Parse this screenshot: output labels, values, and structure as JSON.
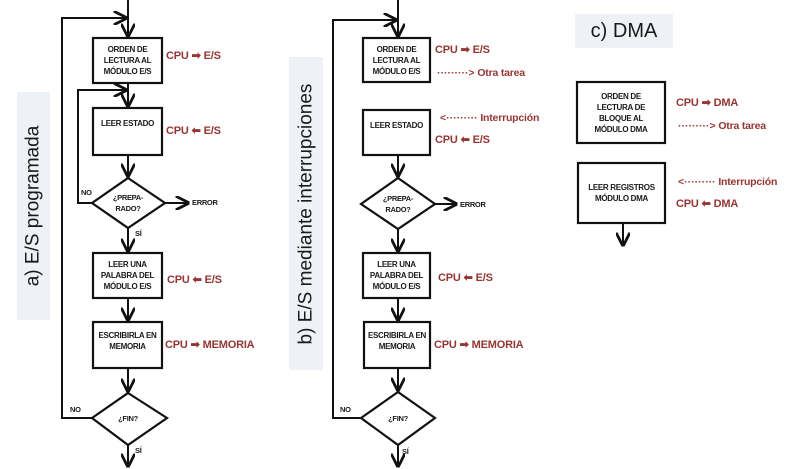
{
  "colors": {
    "accent_red": "#943634",
    "line": "#111111",
    "label_bg": "#eef1f6"
  },
  "panels": {
    "a": {
      "title": "a)  E/S programada",
      "boxes": [
        {
          "text": [
            "ORDEN DE",
            "LECTURA AL",
            "MÓDULO E/S"
          ]
        },
        {
          "text": [
            "LEER ESTADO"
          ]
        },
        {
          "text": [
            "LEER UNA",
            "PALABRA DEL",
            "MÓDULO E/S"
          ]
        },
        {
          "text": [
            "ESCRIBIRLA EN",
            "MEMORIA"
          ]
        }
      ],
      "decisions": [
        {
          "text": [
            "¿PREPA-",
            "RADO?"
          ],
          "no": "NO",
          "yes": "SÍ",
          "error": "ERROR"
        },
        {
          "text": [
            "¿FIN?"
          ],
          "no": "NO",
          "yes": "SÍ"
        }
      ],
      "annotations": [
        {
          "left": "CPU",
          "arrow": "right",
          "right": "E/S"
        },
        {
          "left": "CPU",
          "arrow": "left",
          "right": "E/S"
        },
        {
          "left": "CPU",
          "arrow": "left",
          "right": "E/S"
        },
        {
          "left": "CPU",
          "arrow": "right",
          "right": "MEMORIA"
        }
      ]
    },
    "b": {
      "title": "b) E/S mediante interrupciones",
      "boxes": [
        {
          "text": [
            "ORDEN DE",
            "LECTURA AL",
            "MÓDULO E/S"
          ]
        },
        {
          "text": [
            "LEER ESTADO"
          ]
        },
        {
          "text": [
            "LEER UNA",
            "PALABRA DEL",
            "MÓDULO E/S"
          ]
        },
        {
          "text": [
            "ESCRIBIRLA EN",
            "MEMORIA"
          ]
        }
      ],
      "decisions": [
        {
          "text": [
            "¿PREPA-",
            "RADO?"
          ],
          "error": "ERROR"
        },
        {
          "text": [
            "¿FIN?"
          ],
          "no": "NO",
          "yes": "SÍ"
        }
      ],
      "annotations": [
        {
          "left": "CPU",
          "arrow": "right",
          "right": "E/S"
        },
        {
          "dotted": "right",
          "text": "Otra tarea"
        },
        {
          "dotted": "left",
          "text": "Interrupción"
        },
        {
          "left": "CPU",
          "arrow": "left",
          "right": "E/S"
        },
        {
          "left": "CPU",
          "arrow": "left",
          "right": "E/S"
        },
        {
          "left": "CPU",
          "arrow": "right",
          "right": "MEMORIA"
        }
      ]
    },
    "c": {
      "title": "c) DMA",
      "boxes": [
        {
          "text": [
            "ORDEN DE",
            "LECTURA DE",
            "BLOQUE AL",
            "MÓDULO DMA"
          ]
        },
        {
          "text": [
            "LEER REGISTROS",
            "MÓDULO DMA"
          ]
        }
      ],
      "annotations": [
        {
          "left": "CPU",
          "arrow": "right",
          "right": "DMA"
        },
        {
          "dotted": "right",
          "text": "Otra tarea"
        },
        {
          "dotted": "left",
          "text": "Interrupción"
        },
        {
          "left": "CPU",
          "arrow": "left",
          "right": "DMA"
        }
      ]
    }
  },
  "glyphs": {
    "arrow_right": "➡",
    "arrow_left": "⬅",
    "dotted_right": "·········>",
    "dotted_left": "<·········"
  }
}
